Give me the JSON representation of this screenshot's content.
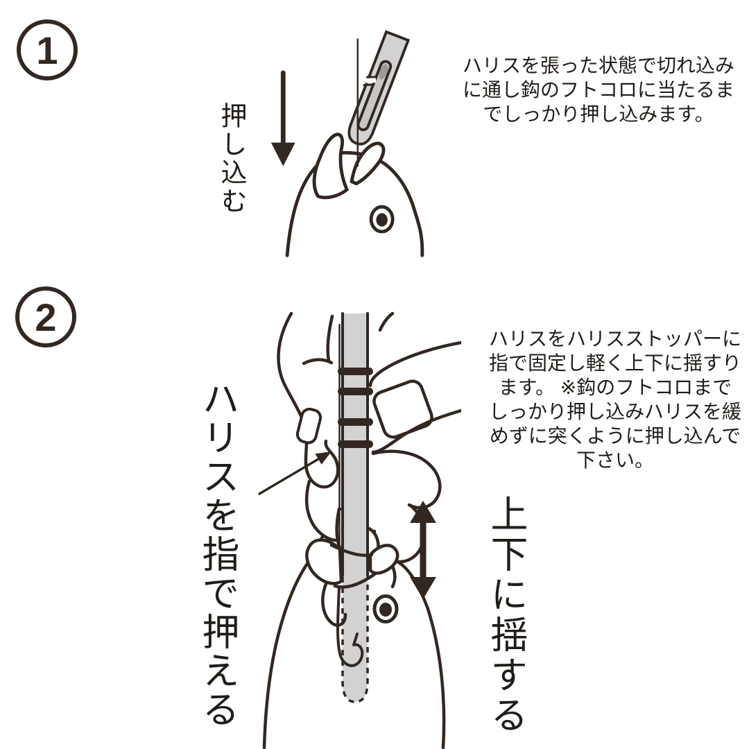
{
  "theme": {
    "background": "#ffffff",
    "ink": "#332721",
    "text": "#221c18",
    "tool_gray": "#d2d2d2",
    "slot_gray": "#c6c6c6",
    "shadow_gray": "#999999"
  },
  "step1": {
    "number": "1",
    "action_label": "押し込む",
    "description_lines": [
      "ハリスを張った状態で切れ込み",
      "に通し鈎のフトコロに当たるま",
      "でしっかり押し込みます。"
    ]
  },
  "step2": {
    "number": "2",
    "hold_label": "ハリスを指で押える",
    "shake_label": "上下に揺する",
    "description_lines": [
      "ハリスをハリスストッパーに",
      "指で固定し軽く上下に揺すり",
      "ます。 ※鈎のフトコロまで",
      "しっかり押し込みハリスを緩",
      "めずに突くように押し込んで",
      "下さい。"
    ]
  }
}
